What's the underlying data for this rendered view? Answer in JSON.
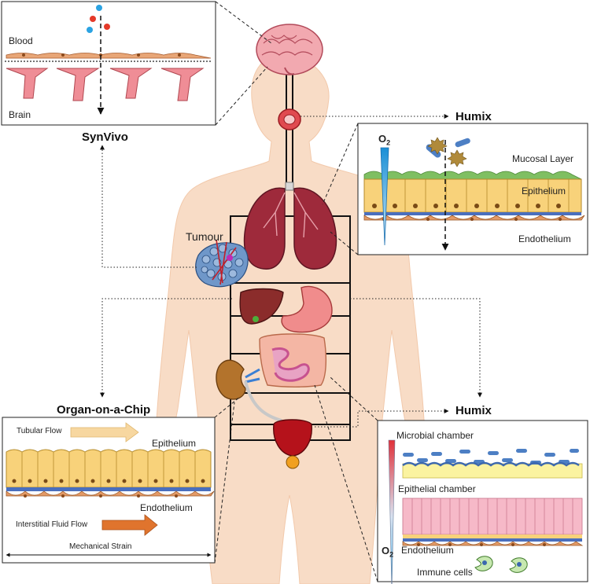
{
  "labels": {
    "synvivo": "SynVivo",
    "blood": "Blood",
    "brain": "Brain",
    "humix_top": "Humix",
    "o2_top": "O",
    "o2_sub": "2",
    "mucosal_layer": "Mucosal Layer",
    "epithelium_lung": "Epithelium",
    "endothelium_lung": "Endothelium",
    "tumour": "Tumour",
    "organ_on_chip": "Organ-on-a-Chip",
    "tubular_flow": "Tubular Flow",
    "epithelium_kidney": "Epithelium",
    "endothelium_kidney": "Endothelium",
    "interstitial_flow": "Interstitial Fluid Flow",
    "mechanical_strain": "Mechanical Strain",
    "humix_bottom": "Humix",
    "microbial_chamber": "Microbial chamber",
    "epithelial_chamber": "Epithelial chamber",
    "o2_bottom": "O",
    "o2_bottom_sub": "2",
    "endothelium_gut": "Endothelium",
    "immune_cells": "Immune cells"
  },
  "colors": {
    "skin": "#f8dcc6",
    "brain": "#f2a9b0",
    "lung": "#9e2a3b",
    "liver": "#8b2c2b",
    "stomach": "#f08c8c",
    "intestine": "#e8a3c4",
    "bladder": "#b5121b",
    "kidney": "#b3732c",
    "epithelium_yellow": "#f8d27a",
    "endothelium_orange": "#e39a67",
    "membrane_blue": "#4a6fbe",
    "mucosa_green": "#7fbf62",
    "tumour_blue": "#6f97c9",
    "flow_arrow_light": "#f7d7a0",
    "flow_arrow_dark": "#e0742d",
    "microbe_blue": "#4d7fc4",
    "gut_epithelium_pink": "#f6b9c8"
  },
  "icons": [
    "brain-icon",
    "lungs-icon",
    "heart-icon",
    "liver-icon",
    "stomach-icon",
    "intestine-icon",
    "kidney-icon",
    "bladder-icon",
    "tumour-icon",
    "microbe-icon",
    "immune-cell-icon"
  ]
}
